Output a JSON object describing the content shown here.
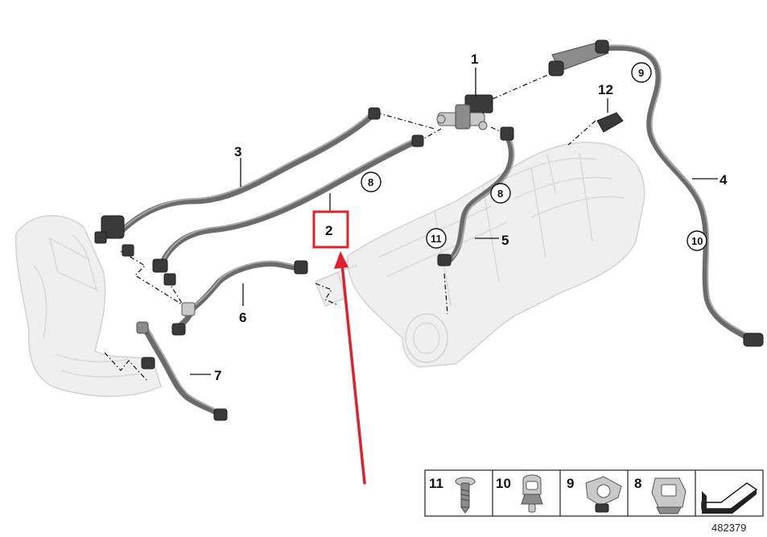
{
  "callouts": {
    "c1": "1",
    "c2": "2",
    "c3": "3",
    "c4": "4",
    "c5": "5",
    "c6": "6",
    "c7": "7",
    "c12": "12"
  },
  "circled_refs": {
    "r9": "9",
    "r8a": "8",
    "r8b": "8",
    "r11": "11",
    "r10": "10"
  },
  "legend": {
    "items": [
      {
        "number": "11",
        "icon": "screw-icon"
      },
      {
        "number": "10",
        "icon": "clip-icon"
      },
      {
        "number": "9",
        "icon": "hose-clamp-icon"
      },
      {
        "number": "8",
        "icon": "bracket-clip-icon"
      }
    ],
    "direction_icon": "direction-arrow-icon"
  },
  "diagram_ref": "482379",
  "colors": {
    "highlight_box": "#e0202a",
    "highlight_arrow": "#e0202a",
    "hose": "#6b6b6b",
    "ghost_parts": "#efefef"
  }
}
